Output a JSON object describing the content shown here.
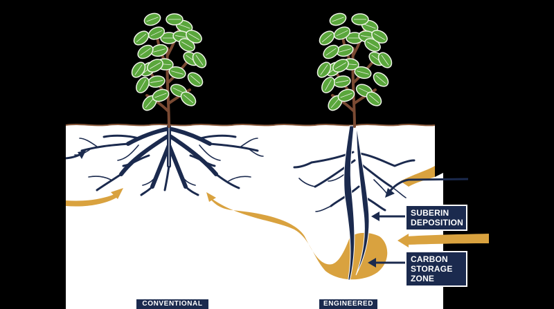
{
  "labels": {
    "suberin": [
      "SUBERIN",
      "DEPOSITION"
    ],
    "carbon": [
      "CARBON",
      "STORAGE",
      "ZONE"
    ]
  },
  "captions": {
    "conventional": "CONVENTIONAL",
    "engineered": "ENGINEERED"
  },
  "colors": {
    "sky": "#000000",
    "soil": "#ffffff",
    "surface_line": "#8a5a3c",
    "root": "#1b2a4e",
    "carbon_flow": "#d9a23f",
    "stem": "#7a4a33",
    "leaf": "#5aa63c",
    "leaf_edge": "#eef5e6",
    "label_box": "#1b2a4e"
  }
}
